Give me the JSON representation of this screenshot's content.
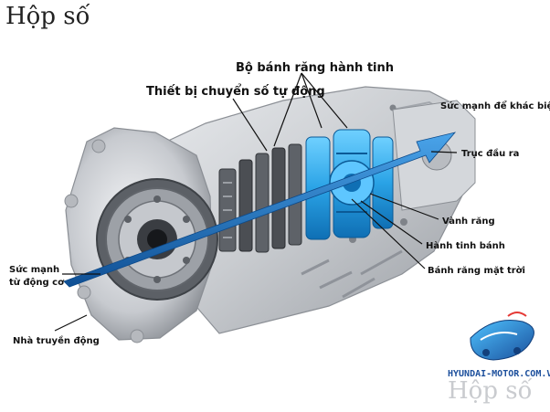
{
  "title": "Hộp số",
  "labels": {
    "planetary_gearset": "Bộ bánh răng hành tinh",
    "auto_shift_device": "Thiết bị chuyển số tự động",
    "power_to_differential": "Sức mạnh để khác biệt",
    "output_shaft": "Trục đầu ra",
    "ring_gear": "Vành răng",
    "planet_gear": "Hành tinh bánh",
    "sun_gear": "Bánh răng mặt trời",
    "engine_power_line1": "Sức mạnh",
    "engine_power_line2": "từ động cơ",
    "transmission_housing": "Nhà truyền động"
  },
  "brand": {
    "site": "HYUNDAI-MOTOR.COM.VN",
    "watermark": "Hộp số"
  },
  "colors": {
    "arrow_blue": "#1f73c4",
    "gear_cyan": "#2aa3e6",
    "housing_gray": "#c9ccd0"
  }
}
